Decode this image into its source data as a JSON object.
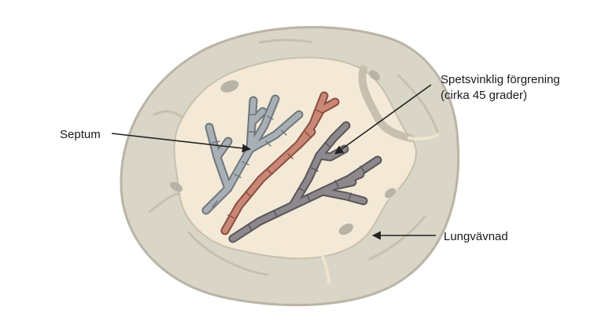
{
  "labels": {
    "septum": "Septum",
    "branching_line1": "Spetsvinklig förgrening",
    "branching_line2": "(cirka 45 grader)",
    "lung_tissue": "Lungvävnad"
  },
  "colors": {
    "background": "#ffffff",
    "tissue_outer": "#d9d5c7",
    "tissue_outline": "#b9b4a6",
    "tissue_inner": "#f3e9d6",
    "hypha_gray": "#a9b0b5",
    "hypha_gray_outline": "#6f777d",
    "hypha_red": "#c98776",
    "hypha_red_outline": "#8a4d40",
    "hypha_dark": "#8c888c",
    "hypha_dark_outline": "#5a565a",
    "arrow": "#222222"
  }
}
